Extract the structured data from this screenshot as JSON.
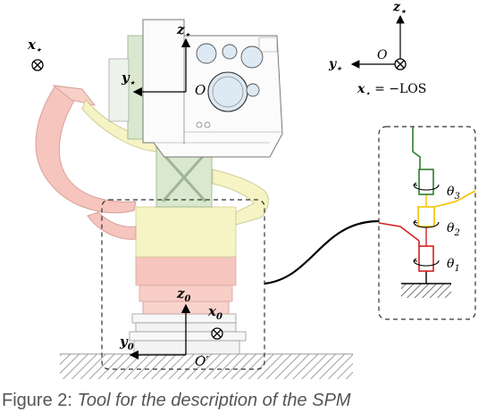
{
  "labels": {
    "x_star_left": "x",
    "x_star_left_sub": "⋆",
    "z_star_camera": "z",
    "z_star_camera_sub": "⋆",
    "y_star_camera": "y",
    "y_star_camera_sub": "⋆",
    "origin_camera": "O",
    "z_star_legend": "z",
    "z_star_legend_sub": "⋆",
    "y_star_legend": "y",
    "y_star_legend_sub": "⋆",
    "origin_legend": "O",
    "los_x": "x",
    "los_x_sub": "⋆",
    "los_eq": " = −LOS",
    "z_0": "z",
    "z_0_sub": "0",
    "x_0": "x",
    "x_0_sub": "0",
    "y_0": "y",
    "y_0_sub": "0",
    "origin_base": "O′",
    "theta_3": "θ",
    "theta_3_sub": "3",
    "theta_2": "θ",
    "theta_2_sub": "2",
    "theta_1": "θ",
    "theta_1_sub": "1"
  },
  "caption": {
    "prefix": "Figure 2: ",
    "text": "Tool for the description of the SPM"
  },
  "colors": {
    "link_green": "#2f7d2f",
    "link_yellow": "#f2c200",
    "link_red": "#d62020",
    "base_red": "#f6c5bd",
    "base_yellow": "#f6f3c4",
    "mid_green": "#d9e8cf"
  }
}
